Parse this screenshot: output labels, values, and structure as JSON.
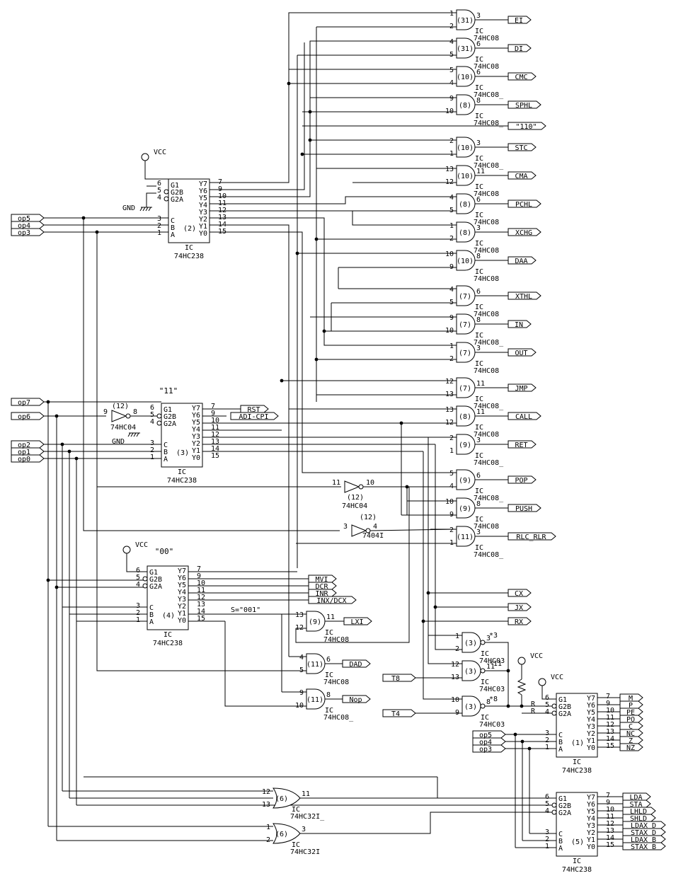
{
  "chips": [
    {
      "id": "ic2",
      "ref": "(2)",
      "part": "74HC238",
      "label": "IC"
    },
    {
      "id": "ic3",
      "ref": "(3)",
      "part": "74HC238",
      "label": "IC",
      "note": "\"11\""
    },
    {
      "id": "ic4",
      "ref": "(4)",
      "part": "74HC238",
      "label": "IC",
      "note": "\"00\""
    },
    {
      "id": "ic1",
      "ref": "(1)",
      "part": "74HC238",
      "label": "IC"
    },
    {
      "id": "ic5",
      "ref": "(5)",
      "part": "74HC238",
      "label": "IC"
    }
  ],
  "decoder_pins": {
    "left": [
      "G1",
      "G2B",
      "G2A",
      "C",
      "B",
      "A"
    ],
    "right": [
      "Y7",
      "Y6",
      "Y5",
      "Y4",
      "Y3",
      "Y2",
      "Y1",
      "Y0"
    ],
    "left_nums": [
      "6",
      "5",
      "4",
      "3",
      "2",
      "1"
    ],
    "right_nums": [
      "7",
      "9",
      "10",
      "11",
      "12",
      "13",
      "14",
      "15"
    ]
  },
  "inputs": [
    "op5",
    "op4",
    "op3",
    "op7",
    "op6",
    "op2",
    "op1",
    "op0",
    "T8",
    "T4"
  ],
  "power": {
    "vcc": "VCC",
    "gnd": "GND"
  },
  "outputs": [
    "EI",
    "DI",
    "CMC",
    "SPHL",
    "\"110\"",
    "STC",
    "CMA",
    "PCHL",
    "XCHG",
    "DAA",
    "XTHL",
    "IN",
    "OUT",
    "JMP",
    "CALL",
    "RET",
    "POP",
    "PUSH",
    "RLC_RLR",
    "RST",
    "ADI-CPI",
    "MVI",
    "DCR",
    "INR",
    "INX/DCX",
    "LXI",
    "DAD",
    "Nop",
    "CX",
    "JX",
    "RX",
    "M",
    "P",
    "PE",
    "PO",
    "C",
    "NC",
    "Z",
    "NZ",
    "LDA",
    "STA",
    "LHLD",
    "SHLD",
    "LDAX D",
    "STAX D",
    "LDAX B",
    "STAX B"
  ],
  "gates": [
    {
      "ref": "(31)",
      "pins": [
        "1",
        "2",
        "3"
      ],
      "part": "74HC08"
    },
    {
      "ref": "(31)",
      "pins": [
        "4",
        "5",
        "6"
      ],
      "part": "74HC08"
    },
    {
      "ref": "(10)",
      "pins": [
        "5",
        "4",
        "6"
      ],
      "part": "74HC08_"
    },
    {
      "ref": "(8)",
      "pins": [
        "9",
        "10",
        "8"
      ],
      "part": "74HC08_"
    },
    {
      "ref": "(10)",
      "pins": [
        "2",
        "1",
        "3"
      ],
      "part": "74HC08_"
    },
    {
      "ref": "(10)",
      "pins": [
        "13",
        "12",
        "11"
      ],
      "part": "74HC08"
    },
    {
      "ref": "(8)",
      "pins": [
        "4",
        "5",
        "6"
      ],
      "part": "74HC08"
    },
    {
      "ref": "(8)",
      "pins": [
        "1",
        "2",
        "3"
      ],
      "part": "74HC08"
    },
    {
      "ref": "(10)",
      "pins": [
        "10",
        "9",
        "8"
      ],
      "part": "74HC08"
    },
    {
      "ref": "(7)",
      "pins": [
        "4",
        "5",
        "6"
      ],
      "part": "74HC08"
    },
    {
      "ref": "(7)",
      "pins": [
        "9",
        "10",
        "8"
      ],
      "part": "74HC08_"
    },
    {
      "ref": "(7)",
      "pins": [
        "1",
        "2",
        "3"
      ],
      "part": "74HC08"
    },
    {
      "ref": "(7)",
      "pins": [
        "12",
        "13",
        "11"
      ],
      "part": "74HC08_"
    },
    {
      "ref": "(8)",
      "pins": [
        "13",
        "12",
        "11"
      ],
      "part": "74HC08"
    },
    {
      "ref": "(9)",
      "pins": [
        "2",
        "1",
        "3"
      ],
      "part": "74HC08_"
    },
    {
      "ref": "(9)",
      "pins": [
        "5",
        "4",
        "6"
      ],
      "part": "74HC08_"
    },
    {
      "ref": "(9)",
      "pins": [
        "10",
        "9",
        "8"
      ],
      "part": "74HC08"
    },
    {
      "ref": "(11)",
      "pins": [
        "2",
        "1",
        "3"
      ],
      "part": "74HC08_"
    },
    {
      "ref": "(9)",
      "pins": [
        "13",
        "12",
        "11"
      ],
      "part": "74HC08"
    },
    {
      "ref": "(11)",
      "pins": [
        "4",
        "5",
        "6"
      ],
      "part": "74HC08"
    },
    {
      "ref": "(11)",
      "pins": [
        "9",
        "10",
        "8"
      ],
      "part": "74HC08_"
    },
    {
      "ref": "(3)",
      "pins": [
        "1",
        "2",
        "3"
      ],
      "part": "74HC03",
      "mark": "*3"
    },
    {
      "ref": "(3)",
      "pins": [
        "12",
        "13",
        "11"
      ],
      "part": "74HC03",
      "mark": "*11"
    },
    {
      "ref": "(3)",
      "pins": [
        "10",
        "9",
        "8"
      ],
      "part": "74HC03",
      "mark": "*8"
    },
    {
      "ref": "(6)",
      "pins": [
        "12",
        "13",
        "11"
      ],
      "part": "74HC32I_"
    },
    {
      "ref": "(6)",
      "pins": [
        "1",
        "2",
        "3"
      ],
      "part": "74HC32I"
    }
  ],
  "inverters": [
    {
      "ref": "(12)",
      "pins": [
        "9",
        "8"
      ],
      "part": "74HC04"
    },
    {
      "ref": "(12)",
      "pins": [
        "11",
        "10"
      ],
      "part": "74HC04"
    },
    {
      "ref": "(12)",
      "pins": [
        "3",
        "4"
      ],
      "part": "7404I"
    }
  ],
  "labels": {
    "s001": "S=\"001\"",
    "ic": "IC",
    "r": "R"
  }
}
